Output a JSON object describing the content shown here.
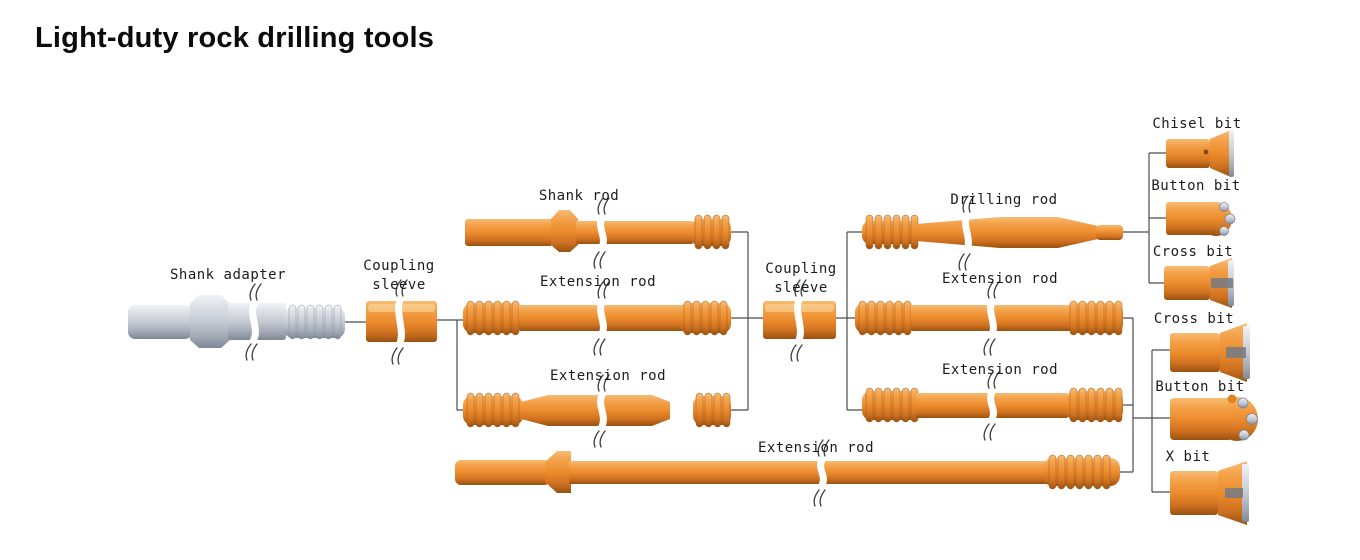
{
  "title": "Light-duty rock drilling tools",
  "labels": {
    "shank_adapter": "Shank adapter",
    "coupling_sleeve_1_line1": "Coupling",
    "coupling_sleeve_1_line2": "sleeve",
    "shank_rod": "Shank rod",
    "extension_rod_mid": "Extension rod",
    "extension_rod_bottom": "Extension rod",
    "coupling_sleeve_2_line1": "Coupling",
    "coupling_sleeve_2_line2": "sleeve",
    "drilling_rod": "Drilling rod",
    "extension_rod_right_mid": "Extension rod",
    "extension_rod_right_bottom": "Extension rod",
    "extension_rod_long": "Extension rod",
    "chisel_bit": "Chisel bit",
    "button_bit_top": "Button bit",
    "cross_bit_top": "Cross bit",
    "cross_bit_bottom": "Cross bit",
    "button_bit_bottom": "Button bit",
    "x_bit": "X bit"
  },
  "colors": {
    "component_orange": "#EC8C2E",
    "component_orange_dark": "#98520F",
    "component_gray": "#C5CAD3",
    "connector_line": "#4D4D4D",
    "text": "#1C1C1C",
    "background": "#FFFFFF"
  }
}
